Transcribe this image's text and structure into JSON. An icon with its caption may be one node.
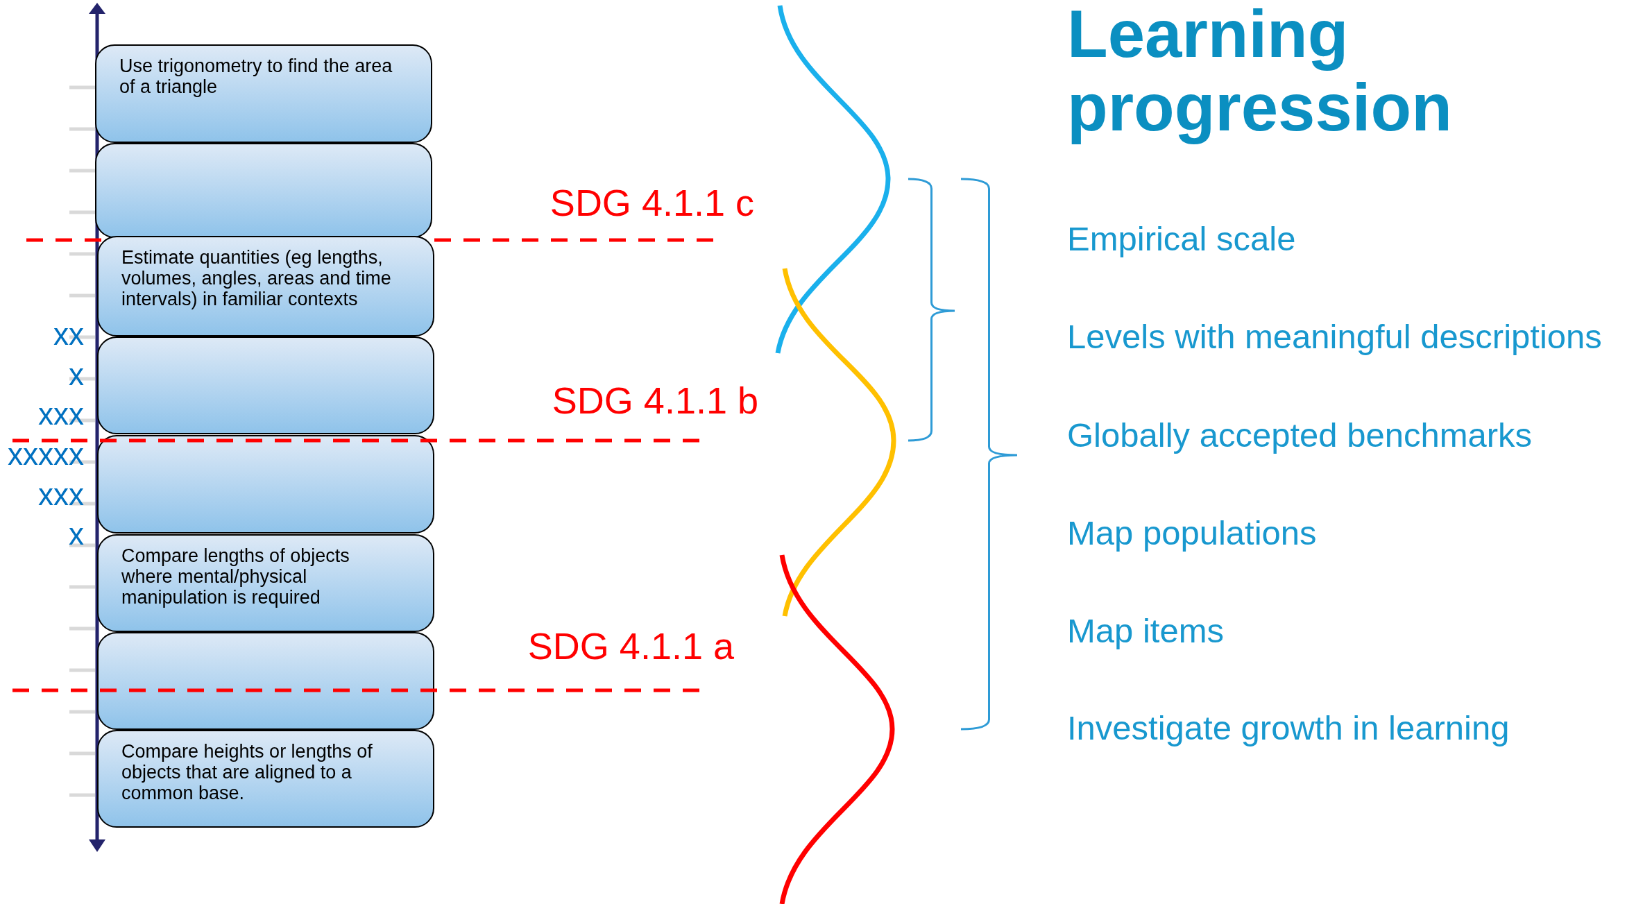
{
  "diagram": {
    "title": "Learning progression",
    "nodes": [
      {
        "text": [
          "Use trigonometry to find the area of a triangle"
        ]
      },
      {
        "text": [],
        "shape": "box"
      },
      {
        "text": [
          "Estimate quantities (eg lengths, volumes, angles, areas and time intervals) in familiar contexts"
        ]
      },
      {
        "text": [],
        "shape": "box"
      },
      {
        "text": [],
        "shape": "box"
      },
      {
        "text": [
          "Compare lengths of objects where mental/physical manipulation is required"
        ]
      },
      {
        "text": [],
        "shape": "box"
      },
      {
        "text": [
          "Compare heights or lengths of objects that are aligned to a common base."
        ]
      }
    ],
    "labels": [
      "SDG 4.1.1 c",
      "SDG 4.1.1 b",
      "SDG 4.1.1 a",
      "xx",
      "x",
      "xxx",
      "xxxxx",
      "xxx",
      "x",
      "Empirical scale",
      "Levels with meaningful descriptions",
      "Globally accepted benchmarks",
      "Map populations",
      "Map items",
      "Investigate growth in learning"
    ]
  }
}
